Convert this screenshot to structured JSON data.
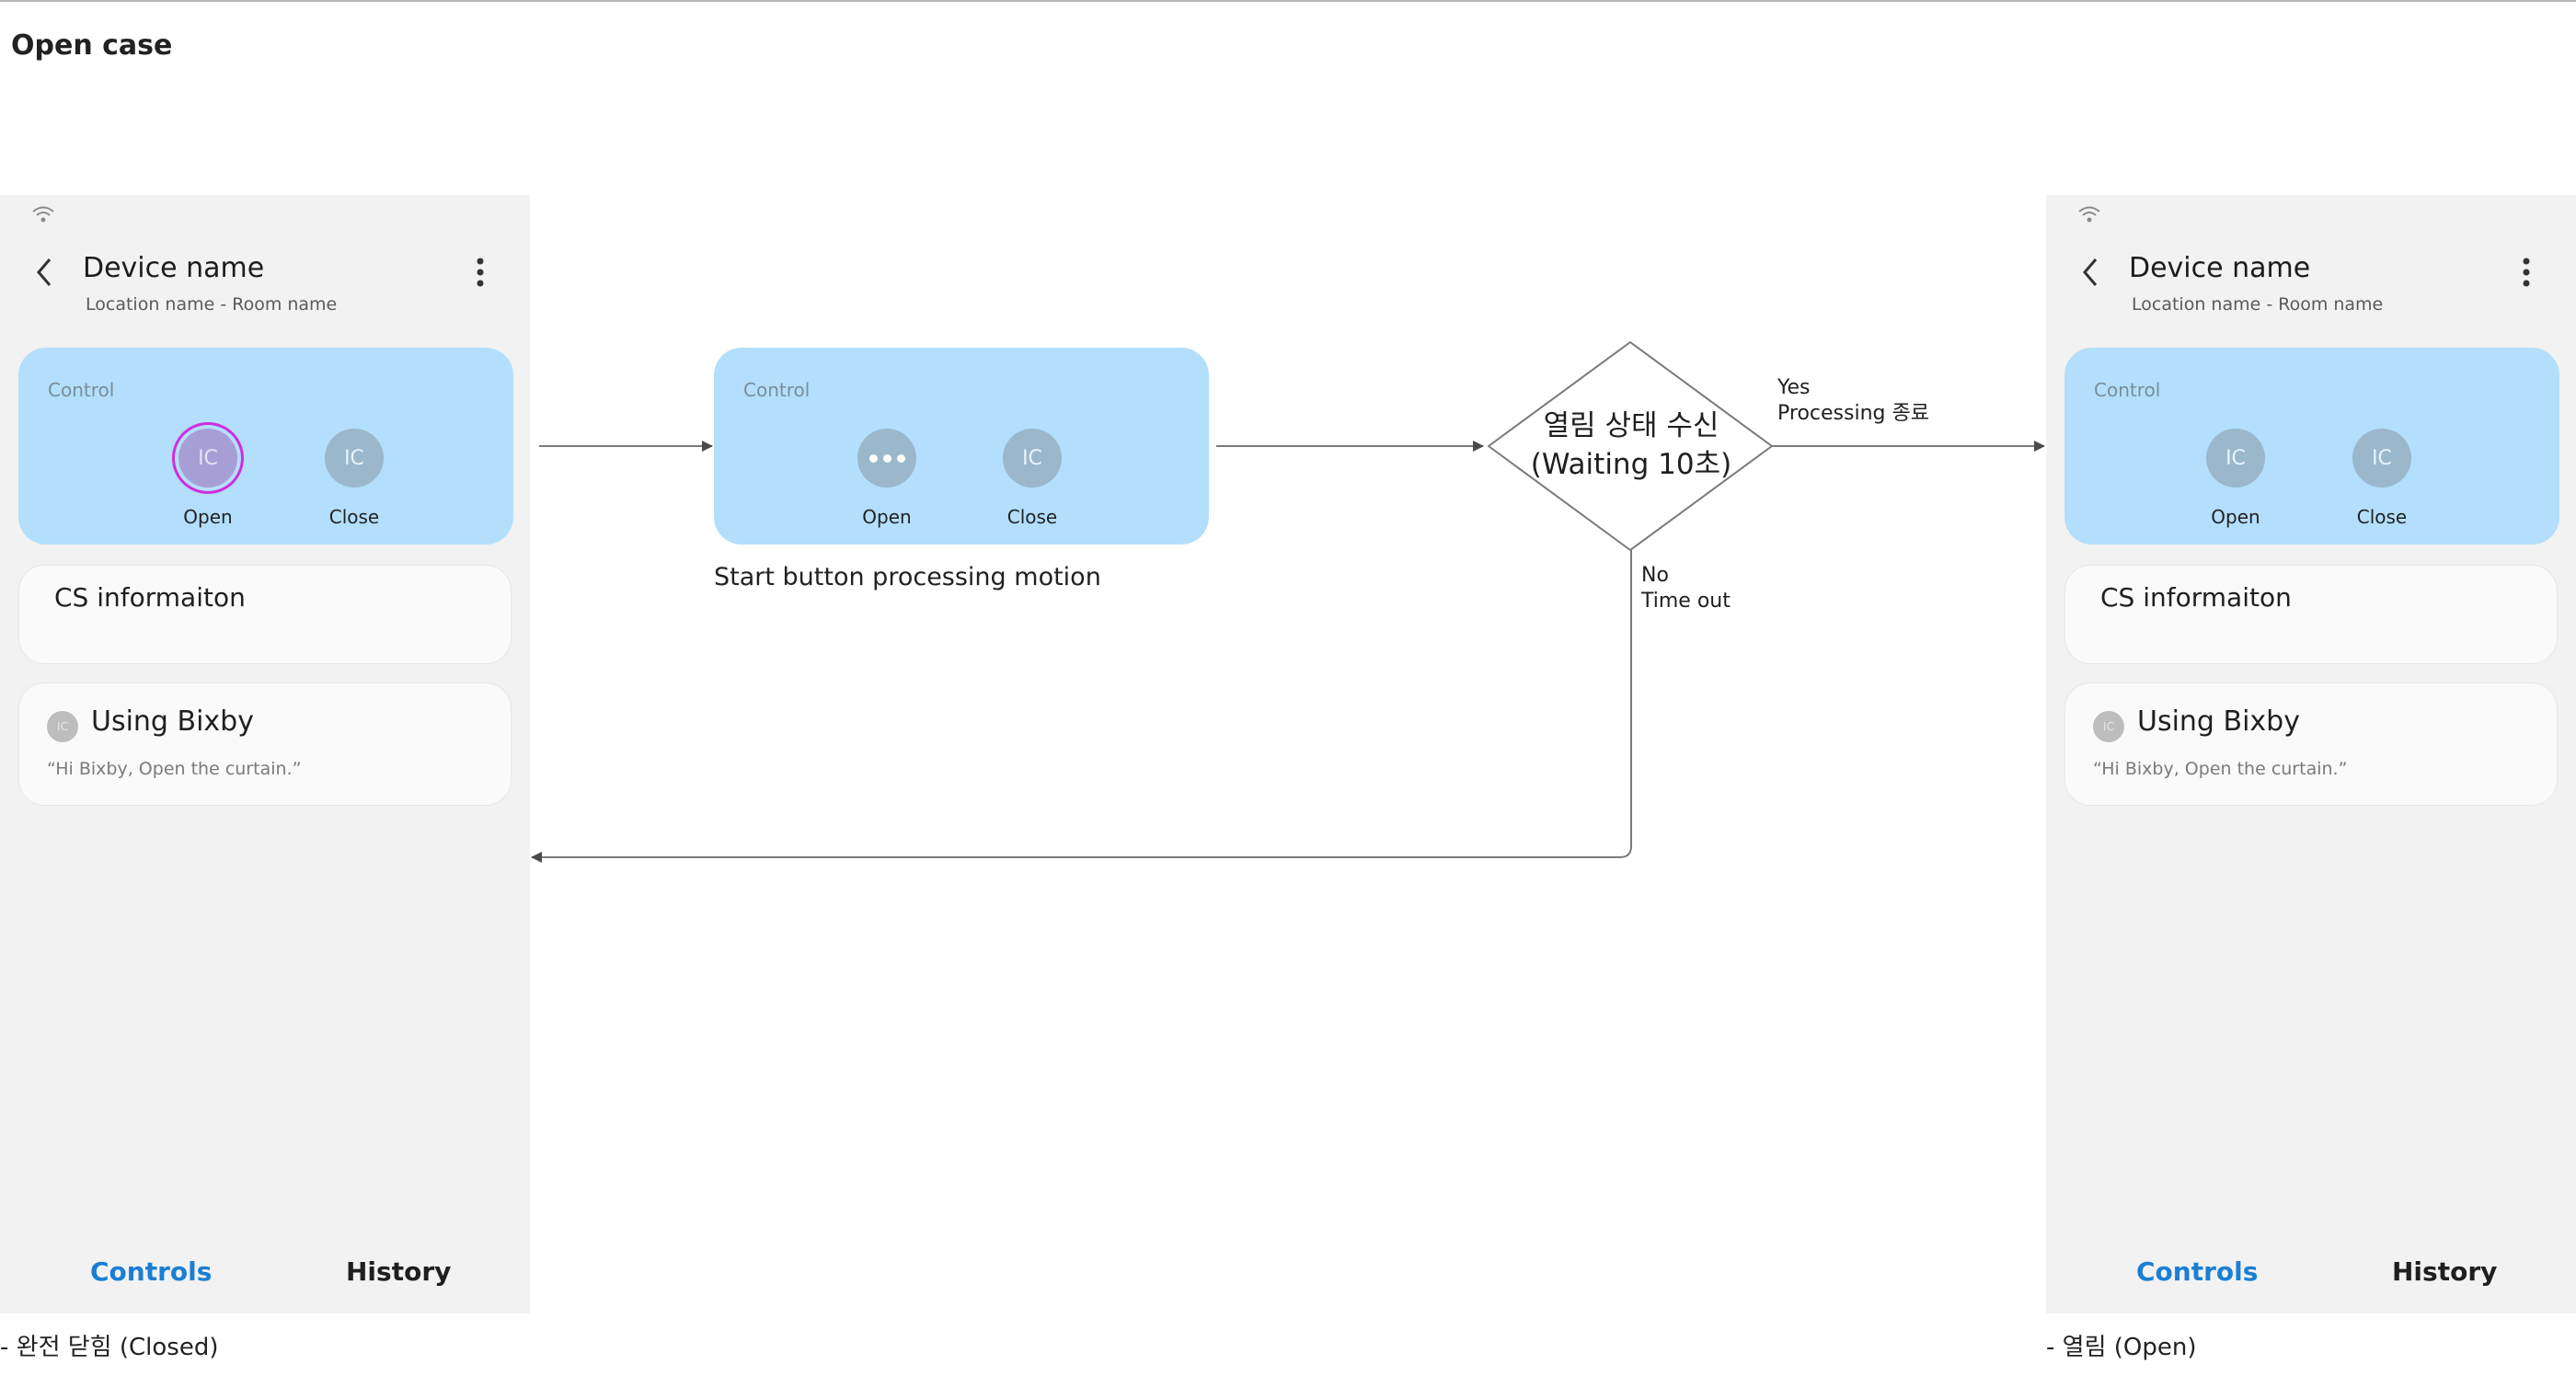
{
  "page": {
    "title": "Open case"
  },
  "left_phone": {
    "device_name": "Device name",
    "location": "Location name - Room name",
    "control_label": "Control",
    "open_icon": "IC",
    "open_label": "Open",
    "close_icon": "IC",
    "close_label": "Close",
    "cs_title": "CS informaiton",
    "bixby_icon": "IC",
    "bixby_title": "Using Bixby",
    "bixby_quote": "“Hi Bixby, Open the curtain.”",
    "tab_controls": "Controls",
    "tab_history": "History",
    "caption": "- 완전 닫힘 (Closed)"
  },
  "middle": {
    "control_label": "Control",
    "open_label": "Open",
    "close_icon": "IC",
    "close_label": "Close",
    "caption": "Start button processing motion"
  },
  "decision": {
    "line1": "열림 상태 수신",
    "line2": "(Waiting 10초)",
    "yes_line1": "Yes",
    "yes_line2": "Processing 종료",
    "no_line1": "No",
    "no_line2": "Time out"
  },
  "right_phone": {
    "device_name": "Device name",
    "location": "Location name - Room name",
    "control_label": "Control",
    "open_icon": "IC",
    "open_label": "Open",
    "close_icon": "IC",
    "close_label": "Close",
    "cs_title": "CS informaiton",
    "bixby_icon": "IC",
    "bixby_title": "Using Bixby",
    "bixby_quote": "“Hi Bixby, Open the curtain.”",
    "tab_controls": "Controls",
    "tab_history": "History",
    "caption": "- 열림 (Open)"
  },
  "colors": {
    "control_card": "#b3dffc",
    "icon_button": "#9ab7cc",
    "pressed_ring": "#d02de0",
    "tab_active": "#1a7fd4"
  }
}
